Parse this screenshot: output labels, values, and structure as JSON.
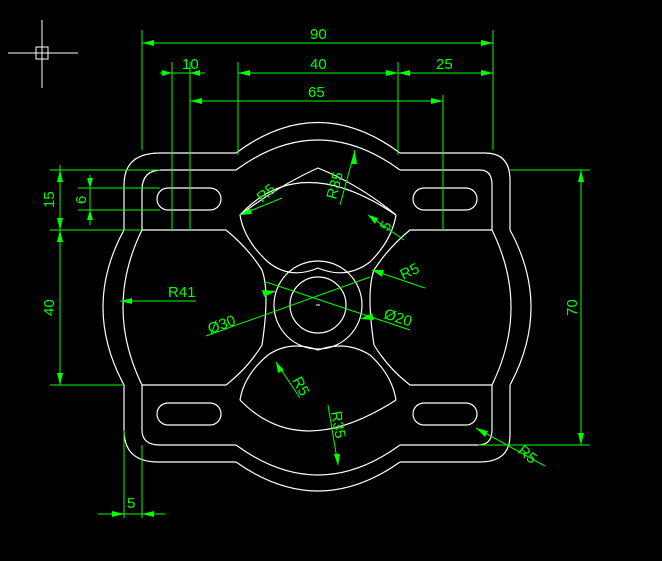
{
  "drawing": {
    "background": "#000000",
    "geometry_color": "#ffffff",
    "dimension_color": "#00ff00",
    "dimensions": {
      "overall_width": "90",
      "slot_width": "10",
      "inner_span": "40",
      "right_offset": "25",
      "slot_spacing": "65",
      "top_height": "15",
      "slot_height": "6",
      "left_height": "40",
      "overall_height": "70",
      "bottom_offset": "5",
      "fillet_top": "R5",
      "arc_top": "R35",
      "fillet_right_top": "5",
      "fillet_right_mid": "R5",
      "arc_left": "R41",
      "hole_outer": "Ø30",
      "hole_inner": "Ø20",
      "fillet_bottom": "R5",
      "arc_bottom": "R35",
      "fillet_corner": "R5"
    }
  }
}
